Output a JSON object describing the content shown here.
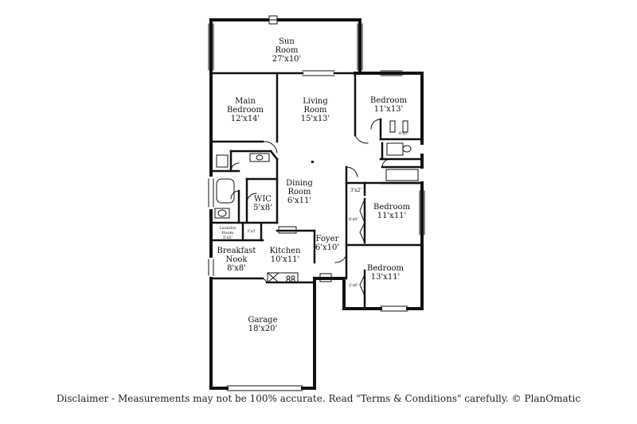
{
  "rooms": {
    "sun_room": {
      "name_1": "Sun",
      "name_2": "Room",
      "dims": "27'x10'"
    },
    "main_bedroom": {
      "name_1": "Main",
      "name_2": "Bedroom",
      "dims": "12'x14'"
    },
    "living_room": {
      "name_1": "Living",
      "name_2": "Room",
      "dims": "15'x13'"
    },
    "bedroom_ne": {
      "name": "Bedroom",
      "dims": "11'x13'"
    },
    "closet_ne": {
      "dims": "6'x2'"
    },
    "dining_room": {
      "name_1": "Dining",
      "name_2": "Room",
      "dims": "6'x11'"
    },
    "wic": {
      "name": "WIC",
      "dims": "5'x8'"
    },
    "closet_hall": {
      "dims": "3'x2'"
    },
    "bedroom_mid": {
      "name": "Bedroom",
      "dims": "11'x11'"
    },
    "closet_mid": {
      "dims": "6'x0'"
    },
    "laundry": {
      "name_1": "Laundry",
      "name_2": "Room",
      "dims": "5'x5'"
    },
    "pantry": {
      "dims": "3'x3'"
    },
    "foyer": {
      "name": "Foyer",
      "dims": "6'x10'"
    },
    "breakfast_nook": {
      "name_1": "Breakfast",
      "name_2": "Nook",
      "dims": "8'x8'"
    },
    "kitchen": {
      "name": "Kitchen",
      "dims": "10'x11'"
    },
    "bedroom_se": {
      "name": "Bedroom",
      "dims": "13'x11'"
    },
    "closet_se": {
      "dims": "2'x6'"
    },
    "garage": {
      "name": "Garage",
      "dims": "18'x20'"
    }
  },
  "disclaimer": "Disclaimer - Measurements may not be 100% accurate. Read \"Terms & Conditions\" carefully. © PlanOmatic"
}
